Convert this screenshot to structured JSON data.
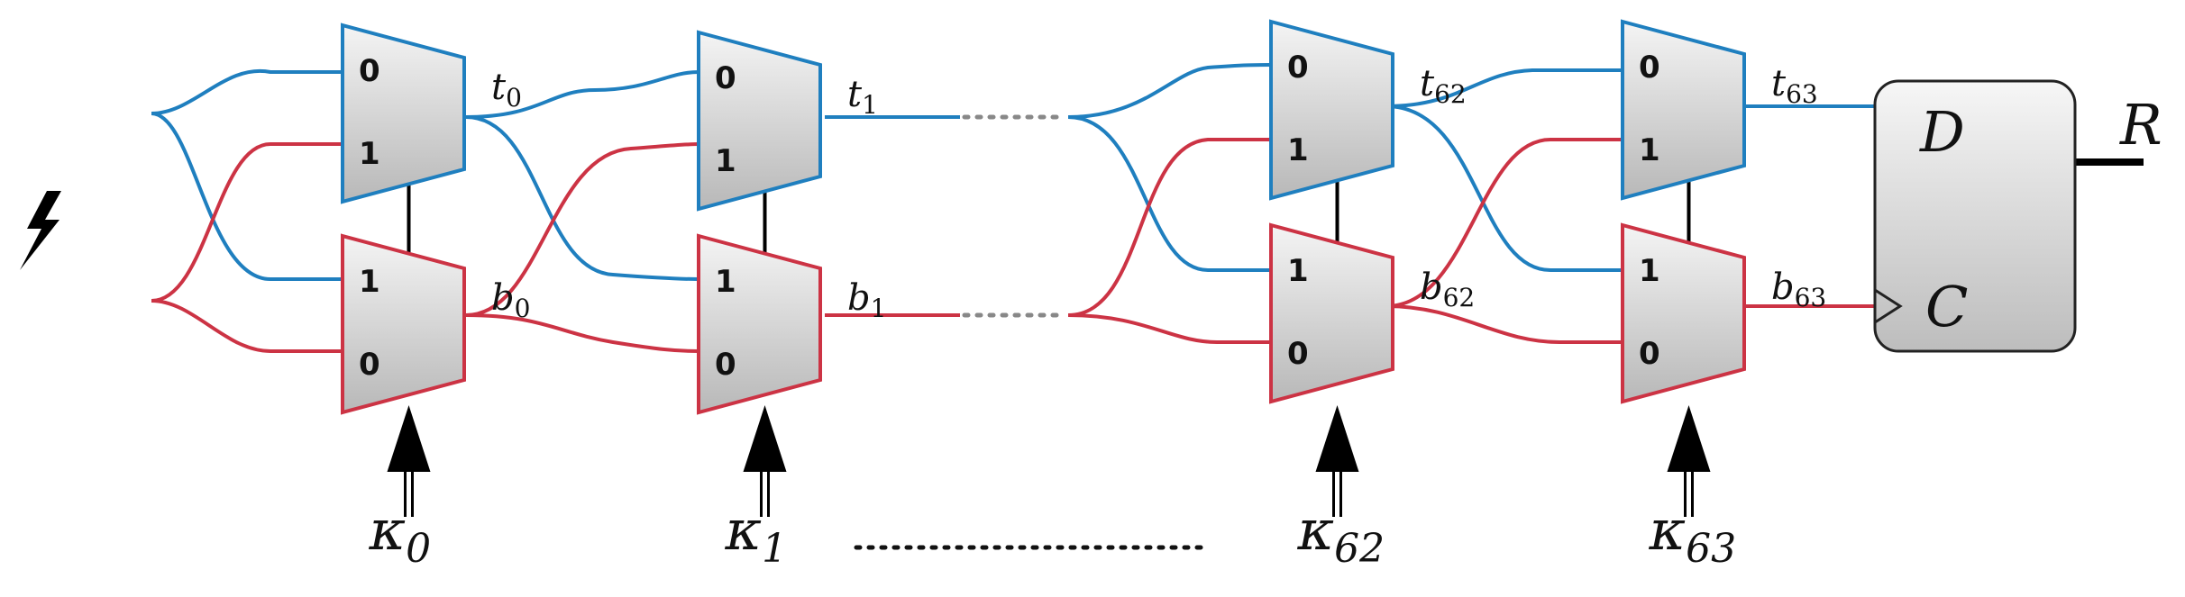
{
  "colors": {
    "top_path": "#1f7fbf",
    "bottom_path": "#cc3344",
    "mux_fill_top": "#f4f4f4",
    "mux_fill_bottom": "#b8b8b8"
  },
  "input_icon": "lightning-bolt-icon",
  "stages": [
    {
      "top_mux": {
        "in_upper": "0",
        "in_lower": "1"
      },
      "bottom_mux": {
        "in_upper": "1",
        "in_lower": "0"
      },
      "top_out": {
        "sym": "t",
        "sub": "0"
      },
      "bottom_out": {
        "sym": "b",
        "sub": "0"
      },
      "challenge": {
        "sym": "κ",
        "sub": "0"
      }
    },
    {
      "top_mux": {
        "in_upper": "0",
        "in_lower": "1"
      },
      "bottom_mux": {
        "in_upper": "1",
        "in_lower": "0"
      },
      "top_out": {
        "sym": "t",
        "sub": "1"
      },
      "bottom_out": {
        "sym": "b",
        "sub": "1"
      },
      "challenge": {
        "sym": "κ",
        "sub": "1"
      }
    },
    {
      "top_mux": {
        "in_upper": "0",
        "in_lower": "1"
      },
      "bottom_mux": {
        "in_upper": "1",
        "in_lower": "0"
      },
      "top_out": {
        "sym": "t",
        "sub": "62"
      },
      "bottom_out": {
        "sym": "b",
        "sub": "62"
      },
      "challenge": {
        "sym": "κ",
        "sub": "62"
      }
    },
    {
      "top_mux": {
        "in_upper": "0",
        "in_lower": "1"
      },
      "bottom_mux": {
        "in_upper": "1",
        "in_lower": "0"
      },
      "top_out": {
        "sym": "t",
        "sub": "63"
      },
      "bottom_out": {
        "sym": "b",
        "sub": "63"
      },
      "challenge": {
        "sym": "κ",
        "sub": "63"
      }
    }
  ],
  "flip_flop": {
    "data_label": "D",
    "clock_label": "C",
    "output_label": "R"
  }
}
